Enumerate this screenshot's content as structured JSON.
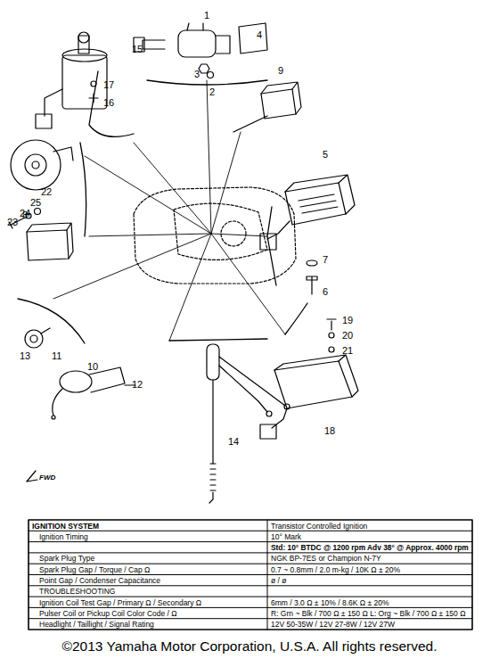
{
  "diagram": {
    "caption": "©2013 Yamaha Motor Corporation, U.S.A. All rights reserved.",
    "labels": [
      "1",
      "2",
      "3",
      "4",
      "5",
      "6",
      "7",
      "8",
      "9",
      "10",
      "11",
      "12",
      "13",
      "14",
      "15",
      "16",
      "17",
      "18",
      "19",
      "20",
      "21",
      "22",
      "23",
      "24",
      "25",
      "FWD",
      "IGNITION SYSTEM",
      "Transistor Controlled Ignition",
      "Ignition Timing",
      "10° Mark",
      "Std: 10° BTDC @ 1200 rpm  Adv 38° @ Approx. 4000 rpm",
      "Spark Plug Type",
      "NGK BP-7ES or Champion N-7Y",
      "Spark Plug Gap / Torque / Cap Ω",
      "0.7 ~ 0.8mm / 2.0 m-kg / 10K Ω ± 20%",
      "Point Gap / Condenser Capacitance",
      "ø / ø",
      "TROUBLESHOOTING",
      "Ignition Coil Test Gap / Primary Ω / Secondary Ω",
      "6mm / 3.0 Ω ± 10% / 8.6K Ω ± 20%",
      "Pulser Coil or Pickup Coil Color Code / Ω",
      "R: Grn ~ Blk / 700 Ω ± 150 Ω  L: Org ~ Blk / 700 Ω ± 150 Ω",
      "Headlight / Taillight / Signal Rating",
      "12V 50-35W / 12V 27-8W / 12V 27W"
    ]
  }
}
